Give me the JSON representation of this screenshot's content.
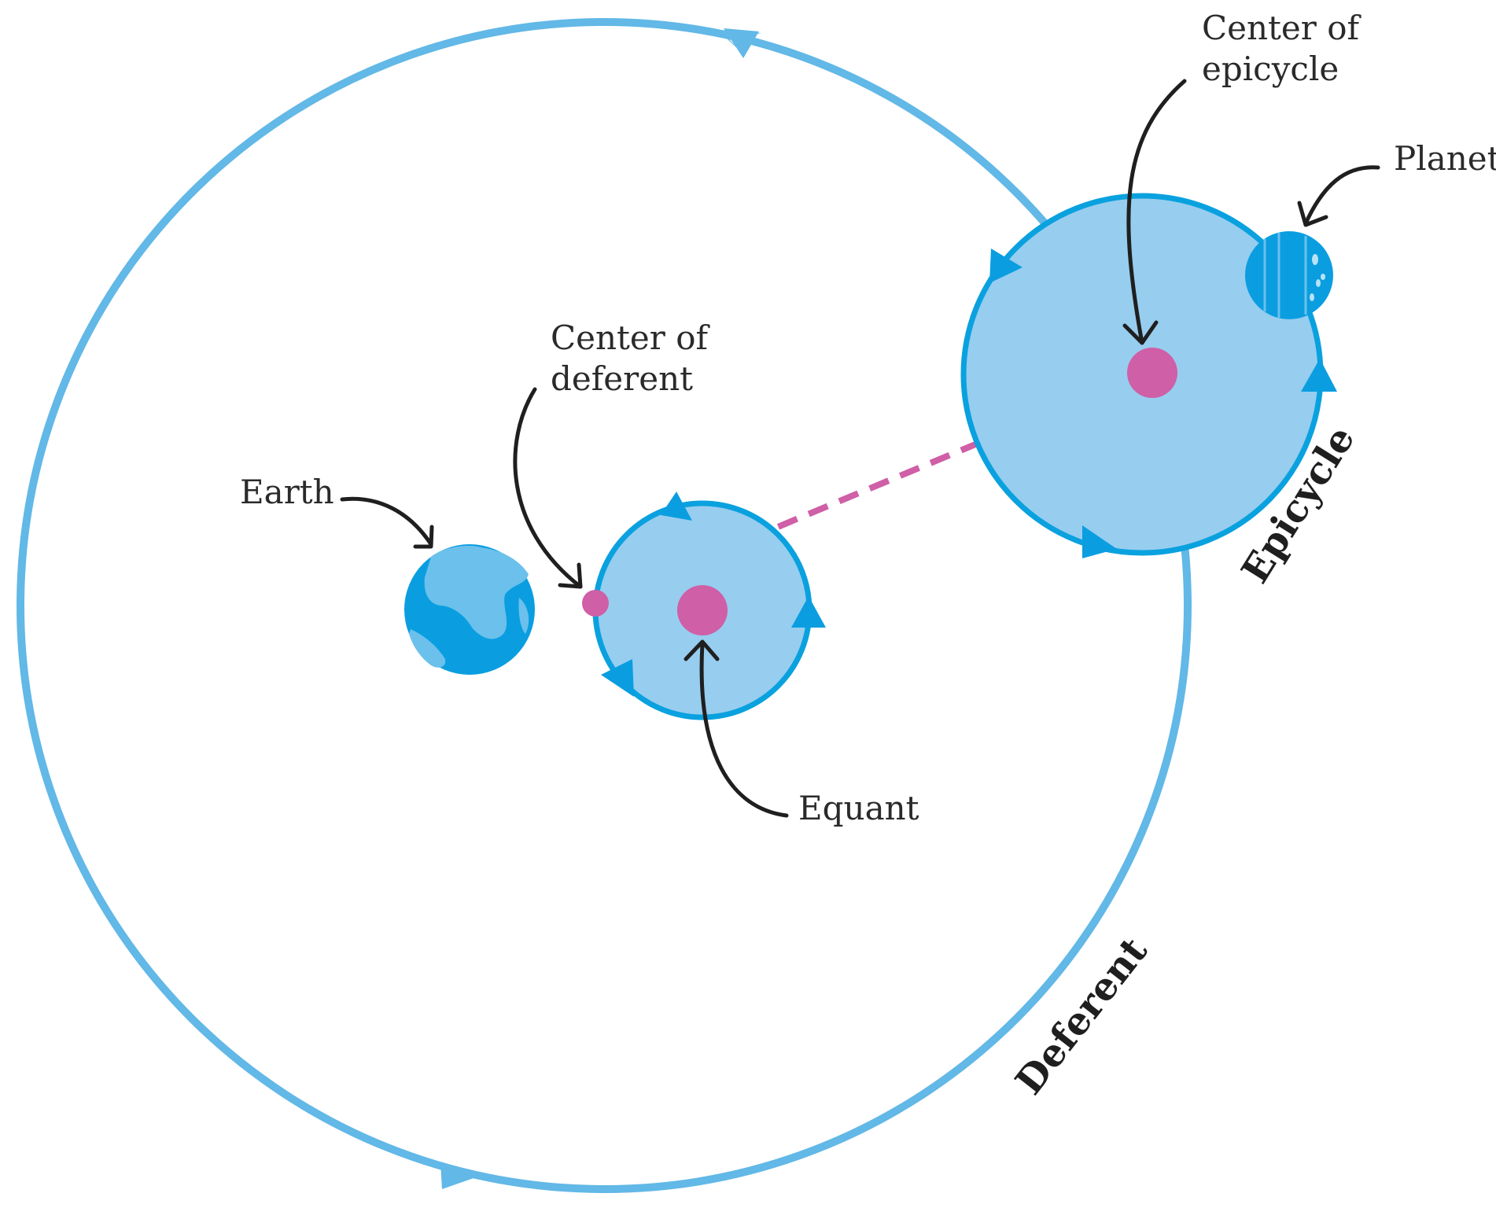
{
  "colors": {
    "deferent_stroke": "#62b8e6",
    "disc_fill": "#97cdef",
    "disc_stroke": "#0aa1df",
    "arrowhead": "#0a9ee0",
    "center_dot": "#cf5fa6",
    "dash_line": "#cf5fa6",
    "earth_ocean": "#0a9ee0",
    "earth_land": "#6cc0ec",
    "planet": "#0a9ee0",
    "label_text": "#2a2a2a",
    "pointer_arrow": "#1f1f1f"
  },
  "labels": {
    "earth": "Earth",
    "center_of_deferent_line1": "Center of",
    "center_of_deferent_line2": "deferent",
    "center_of_epicycle_line1": "Center of",
    "center_of_epicycle_line2": "epicycle",
    "planet": "Planet",
    "equant": "Equant",
    "epicycle": "Epicycle",
    "deferent": "Deferent"
  },
  "icons": {
    "earth": "earth-globe-icon",
    "planet": "planet-icon"
  }
}
